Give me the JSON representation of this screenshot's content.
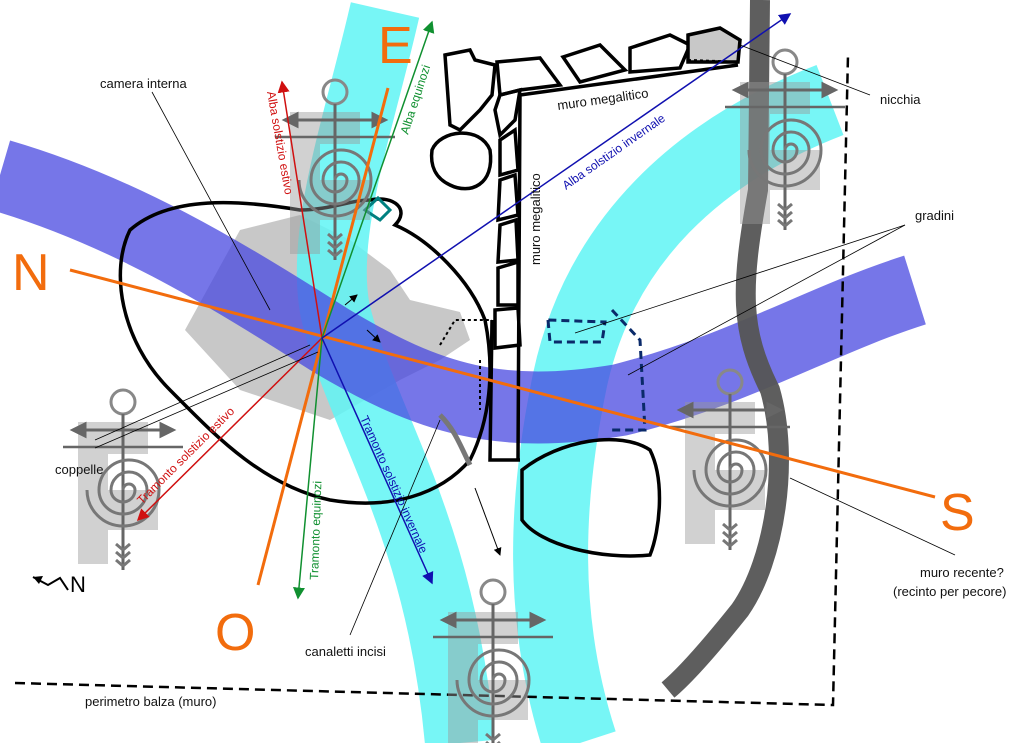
{
  "cardinals": {
    "north": "N",
    "east": "E",
    "south": "S",
    "west": "O"
  },
  "compass_label": "N",
  "labels": {
    "camera_interna": "camera interna",
    "coppelle": "coppelle",
    "canaletti": "canaletti incisi",
    "perimetro": "perimetro balza (muro)",
    "nicchia": "nicchia",
    "gradini": "gradini",
    "muro_recente_1": "muro recente?",
    "muro_recente_2": "(recinto per pecore)",
    "muro_megalitico_h": "muro megalitico",
    "muro_megalitico_v": "muro megalitico"
  },
  "alignments": {
    "alba_solstizio_estivo": "Alba solstizio estivo",
    "alba_equinozi": "Alba equinozi",
    "alba_solstizio_invernale": "Alba solstizio invernale",
    "tramonto_solstizio_estivo": "Tramonto solstizio estivo",
    "tramonto_equinozi": "Tramonto equinozi",
    "tramonto_solstizio_invernale": "Tramonto solstizio invernale"
  },
  "colors": {
    "orange": "#f26c0d",
    "red": "#d01010",
    "green": "#109030",
    "blue": "#1010b0",
    "cyan": "#5ff5f5",
    "violet": "#4848e0"
  }
}
